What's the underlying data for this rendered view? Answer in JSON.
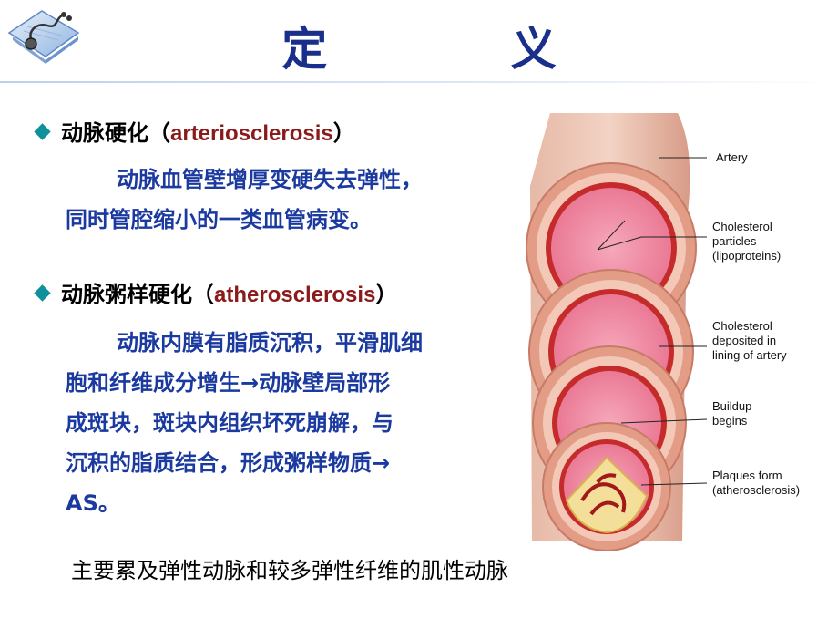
{
  "title": "定 义",
  "bullet1": {
    "label_cn": "动脉硬化（",
    "label_en": "arteriosclerosis",
    "label_close": "）"
  },
  "definition1": {
    "line1": "动脉血管壁增厚变硬失去弹性，",
    "line2": "同时管腔缩小的一类血管病变。"
  },
  "bullet2": {
    "label_cn": "动脉粥样硬化（",
    "label_en": "atherosclerosis",
    "label_close": "）"
  },
  "definition2": {
    "line1": "动脉内膜有脂质沉积，平滑肌细",
    "line2": "胞和纤维成分增生→动脉壁局部形",
    "line3": "成斑块，斑块内组织坏死崩解，与",
    "line4": "沉积的脂质结合，形成粥样物质→",
    "line5": "AS。"
  },
  "footer": "主要累及弹性动脉和较多弹性纤维的肌性动脉",
  "illustration": {
    "artery": "Artery",
    "chol_particles_1": "Cholesterol",
    "chol_particles_2": "particles",
    "chol_particles_3": "(lipoproteins)",
    "chol_deposit_1": "Cholesterol",
    "chol_deposit_2": "deposited in",
    "chol_deposit_3": "lining of artery",
    "buildup_1": "Buildup",
    "buildup_2": "begins",
    "plaques_1": "Plaques form",
    "plaques_2": "(atherosclerosis)"
  },
  "colors": {
    "title": "#1a2f8c",
    "definition": "#1b3aa0",
    "english_term": "#8b1a1a",
    "bullet": "#10909a"
  }
}
